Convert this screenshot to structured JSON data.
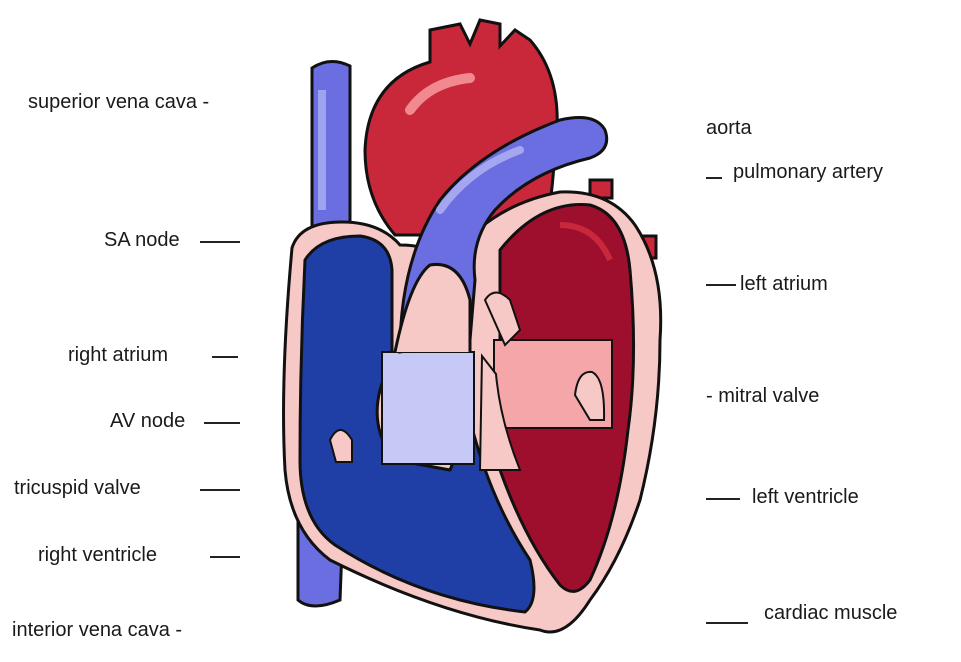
{
  "labels_left": {
    "superior_vena_cava": "superior vena cava -",
    "sa_node": "SA node",
    "right_atrium": "right atrium",
    "av_node": "AV node",
    "tricuspid_valve": "tricuspid valve",
    "right_ventricle": "right ventricle",
    "interior_vena_cava": "interior vena cava -"
  },
  "labels_right": {
    "aorta": "aorta",
    "pulmonary_artery": "pulmonary artery",
    "left_atrium": "left atrium",
    "mitral_valve": "- mitral valve",
    "left_ventricle": "left ventricle",
    "cardiac_muscle": "cardiac muscle"
  },
  "colors": {
    "deoxygenated": "#1f3fa6",
    "vessel_blue": "#6a6ee0",
    "oxygenated": "#c8283a",
    "dark_red": "#9e0f2e",
    "muscle": "#f7c9c6",
    "pale_blue": "#c6c9f5",
    "pink": "#f4a6a8"
  }
}
